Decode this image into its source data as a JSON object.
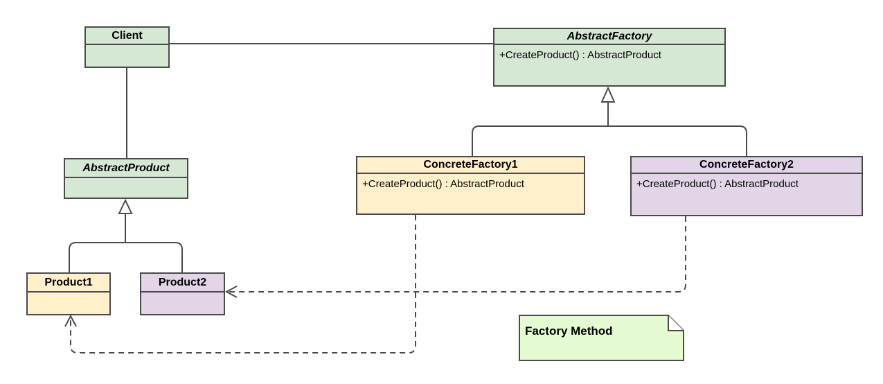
{
  "diagram": {
    "kind": "uml-class-diagram",
    "colors": {
      "class_green": "#d5e8d4",
      "class_yellow": "#ffefca",
      "class_purple": "#e1d5e7",
      "note_green": "#e4fbd2",
      "stroke": "#4a4a4a",
      "text": "#000000",
      "background": "#ffffff"
    },
    "classes": {
      "client": {
        "name": "Client",
        "abstract": false,
        "methods": []
      },
      "abstract_factory": {
        "name": "AbstractFactory",
        "abstract": true,
        "methods": [
          "+CreateProduct() : AbstractProduct"
        ]
      },
      "concrete_factory1": {
        "name": "ConcreteFactory1",
        "abstract": false,
        "methods": [
          "+CreateProduct() : AbstractProduct"
        ]
      },
      "concrete_factory2": {
        "name": "ConcreteFactory2",
        "abstract": false,
        "methods": [
          "+CreateProduct() : AbstractProduct"
        ]
      },
      "abstract_product": {
        "name": "AbstractProduct",
        "abstract": true,
        "methods": []
      },
      "product1": {
        "name": "Product1",
        "abstract": false,
        "methods": []
      },
      "product2": {
        "name": "Product2",
        "abstract": false,
        "methods": []
      }
    },
    "note": {
      "text": "Factory Method"
    },
    "relationships": [
      {
        "from": "Client",
        "to": "AbstractFactory",
        "type": "association"
      },
      {
        "from": "Client",
        "to": "AbstractProduct",
        "type": "association"
      },
      {
        "from": "ConcreteFactory1",
        "to": "AbstractFactory",
        "type": "generalization"
      },
      {
        "from": "ConcreteFactory2",
        "to": "AbstractFactory",
        "type": "generalization"
      },
      {
        "from": "Product1",
        "to": "AbstractProduct",
        "type": "generalization"
      },
      {
        "from": "Product2",
        "to": "AbstractProduct",
        "type": "generalization"
      },
      {
        "from": "ConcreteFactory1",
        "to": "Product1",
        "type": "dependency"
      },
      {
        "from": "ConcreteFactory2",
        "to": "Product2",
        "type": "dependency"
      }
    ]
  }
}
